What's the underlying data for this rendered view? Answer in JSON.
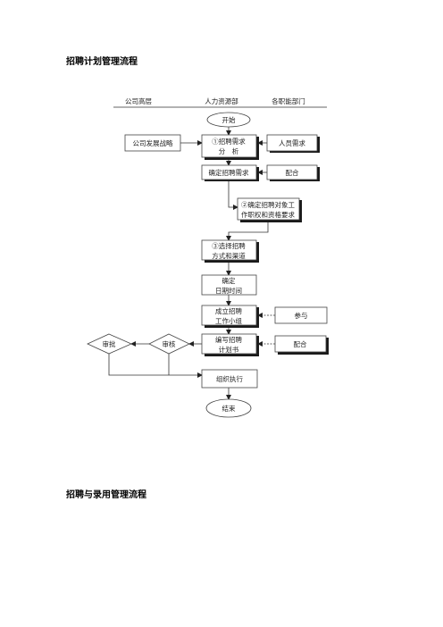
{
  "headings": {
    "first": "招聘计划管理流程",
    "second": "招聘与录用管理流程"
  },
  "lanes": {
    "senior": "公司高层",
    "hr": "人力资源部",
    "departments": "各职能部门"
  },
  "nodes": {
    "start": "开始",
    "strategy": "公司发展战略",
    "analysis_line1": "①招聘需求",
    "analysis_line2": "分　析",
    "staff_demand": "人员需求",
    "confirm_demand": "确定招聘需求",
    "cooperate1": "配合",
    "target_line1": "②确定招聘对象工",
    "target_line2": "作职权和资格要求",
    "channel_line1": "③选择招聘",
    "channel_line2": "方式和渠道",
    "date_line1": "确定",
    "date_line2": "日期时间",
    "team_line1": "成立招聘",
    "team_line2": "工作小组",
    "participate": "参与",
    "plan_line1": "编写招聘",
    "plan_line2": "计划书",
    "cooperate2": "配合",
    "review": "审核",
    "approve": "审批",
    "execute": "组织执行",
    "end": "结束"
  }
}
